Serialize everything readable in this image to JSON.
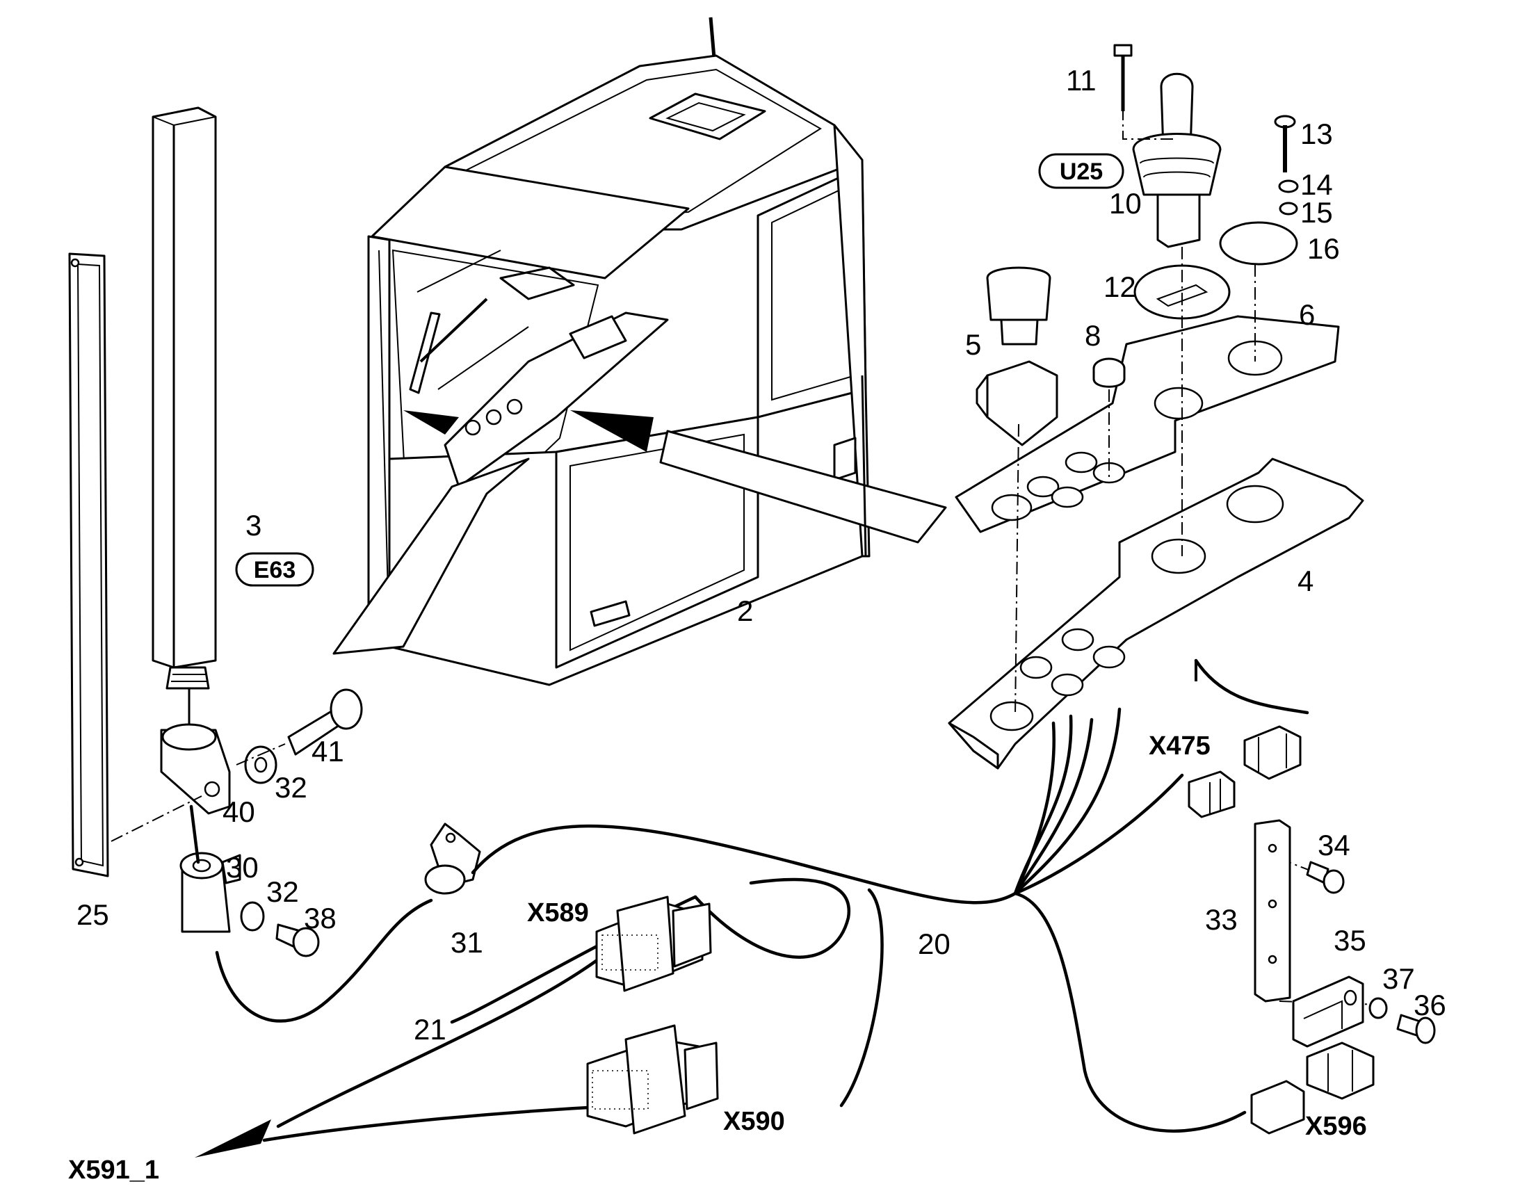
{
  "part_labels": {
    "p2": "2",
    "p3": "3",
    "p4": "4",
    "p5": "5",
    "p6": "6",
    "p8": "8",
    "p10": "10",
    "p11": "11",
    "p12": "12",
    "p13": "13",
    "p14": "14",
    "p15": "15",
    "p16": "16",
    "p20": "20",
    "p21": "21",
    "p25": "25",
    "p30": "30",
    "p31": "31",
    "p32a": "32",
    "p32b": "32",
    "p33": "33",
    "p34": "34",
    "p35": "35",
    "p36": "36",
    "p37": "37",
    "p38": "38",
    "p40": "40",
    "p41": "41"
  },
  "connector_labels": {
    "x475": "X475",
    "x589": "X589",
    "x590": "X590",
    "x591": "X591_1",
    "x596": "X596"
  },
  "tags": {
    "u25": "U25",
    "e63": "E63"
  }
}
